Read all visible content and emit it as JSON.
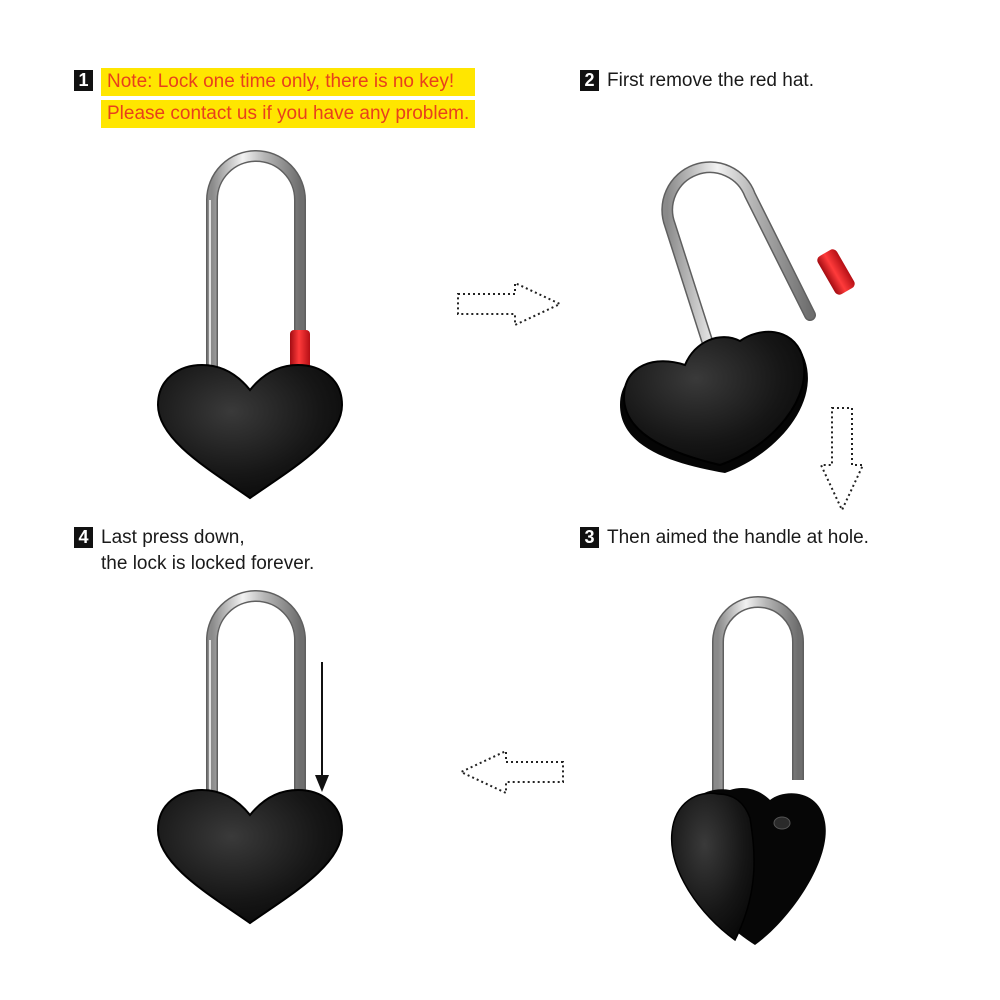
{
  "steps": [
    {
      "number": "1",
      "lines": [
        "Note: Lock one time only, there is no key!",
        "Please contact us if you have any problem."
      ]
    },
    {
      "number": "2",
      "lines": [
        "First remove the red hat."
      ]
    },
    {
      "number": "3",
      "lines": [
        "Then aimed the handle at hole."
      ]
    },
    {
      "number": "4",
      "lines": [
        "Last press down,",
        "the lock is locked forever."
      ]
    }
  ],
  "colors": {
    "highlight_bg": "#ffe600",
    "highlight_text": "#e8401c",
    "lock_body": "#141414",
    "shackle": "#c8c8c8",
    "red_cap": "#e0141e",
    "badge": "#111111"
  },
  "icons": [
    "heart-padlock",
    "dotted-arrow-right",
    "dotted-arrow-down",
    "dotted-arrow-left",
    "solid-arrow-down",
    "red-cap"
  ]
}
